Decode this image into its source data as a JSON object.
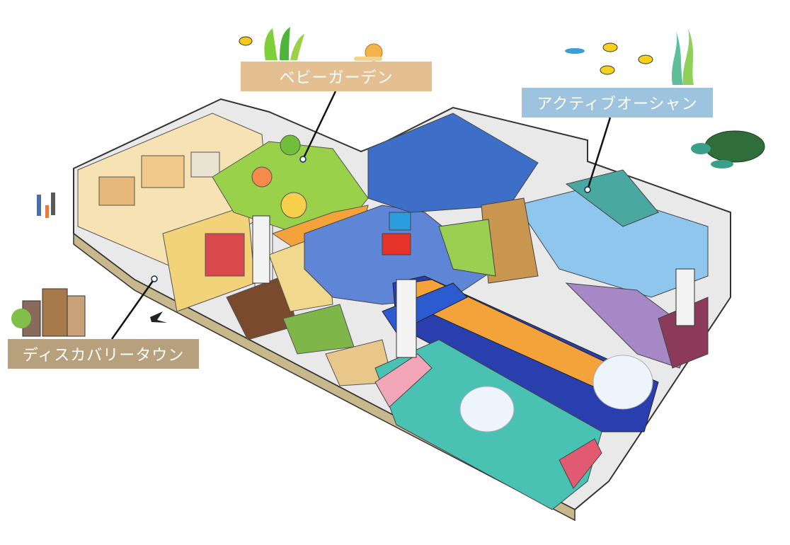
{
  "zones": {
    "baby_garden": {
      "label": "ベビーガーデン",
      "color": "#e3bf92"
    },
    "active_ocean": {
      "label": "アクティブオーシャン",
      "color": "#9dc3de"
    },
    "discovery_town": {
      "label": "ディスカバリータウン",
      "color": "#b7a17d"
    }
  },
  "palette": {
    "wall": "#f2f2f2",
    "floor_blue": "#5f86d6",
    "floor_teal": "#49c2b4",
    "garden_green": "#9ad14a",
    "mat_orange": "#f4a23a",
    "mat_navy": "#2a3fae",
    "pink": "#f2a6b8"
  }
}
